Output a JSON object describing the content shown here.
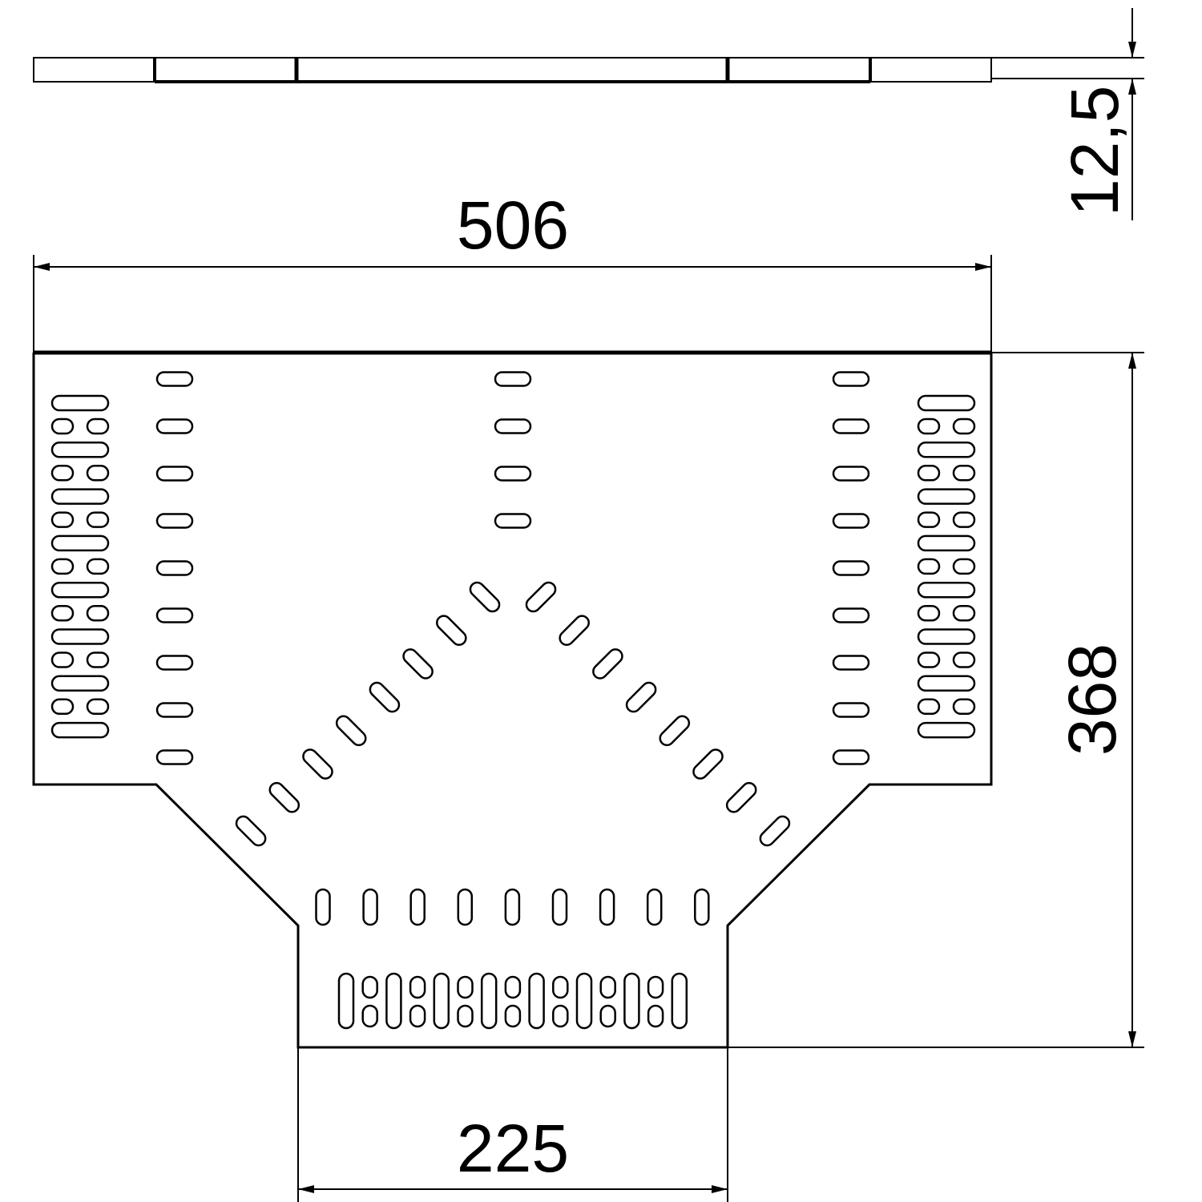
{
  "dimensions": {
    "width": "506",
    "height": "368",
    "outlet_width": "225",
    "thickness": "12,5"
  },
  "colors": {
    "line": "#000000",
    "background": "#ffffff"
  }
}
